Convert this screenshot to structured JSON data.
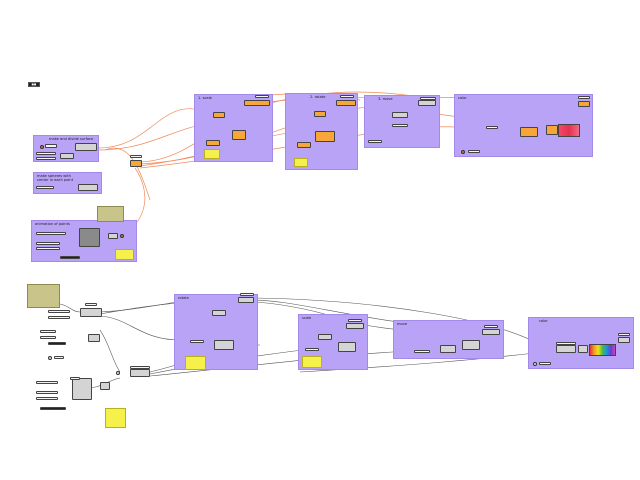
{
  "window": {
    "title": ""
  },
  "top_graph": {
    "groups": {
      "surface": "make and divide surface",
      "spheres": "make spheres with\ncenter in each point",
      "animation": "animation of points",
      "scale": "1. scale",
      "rotate": "2. rotate",
      "move": "3. move",
      "color": "color"
    }
  },
  "bottom_graph": {
    "groups": {
      "rotate": "rotate",
      "scale": "scale",
      "move": "move",
      "color": "color"
    }
  },
  "colors": {
    "group_fill": "#b9a3f7",
    "wire_orange": "#f08a5a",
    "wire_gray": "#555555",
    "component_orange": "#f7a63a",
    "note_yellow": "#f5f04a"
  }
}
